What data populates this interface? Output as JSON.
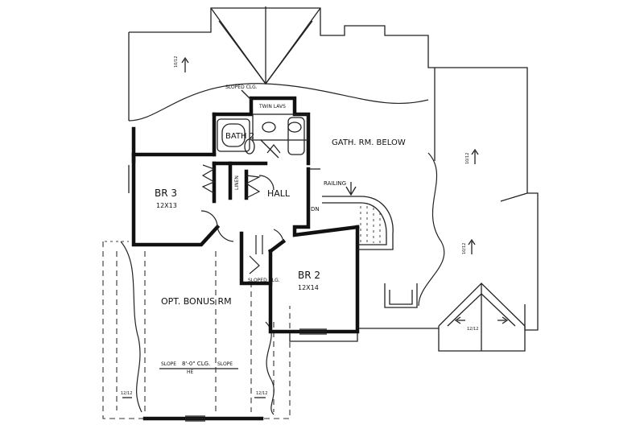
{
  "rooms": {
    "bath2": "BATH 2",
    "gath_rm": "GATH. RM. BELOW",
    "br3": "BR 3",
    "br3_size": "12X13",
    "hall": "HALL",
    "br2": "BR 2",
    "br2_size": "12X14",
    "bonus": "OPT. BONUS RM",
    "linen": "LINEN"
  },
  "notes": {
    "sloped_clg_top": "SLOPED CLG.",
    "sloped_clg_mid": "SLOPED CLG.",
    "twin_lavs": "TWIN LAVS",
    "railing": "RAILING",
    "stair_dn": "DN",
    "slope_left": "SLOPE",
    "slope_right": "SLOPE",
    "clg_height": "8'-0\" CLG.",
    "clg_ht_sub": "HE"
  },
  "pitches": {
    "roof_top": "10/12",
    "roof_right_a": "10/12",
    "roof_right_b": "10/12",
    "roof_bottom_right": "12/12",
    "wall_left": "12/12",
    "wall_right": "12/12"
  }
}
